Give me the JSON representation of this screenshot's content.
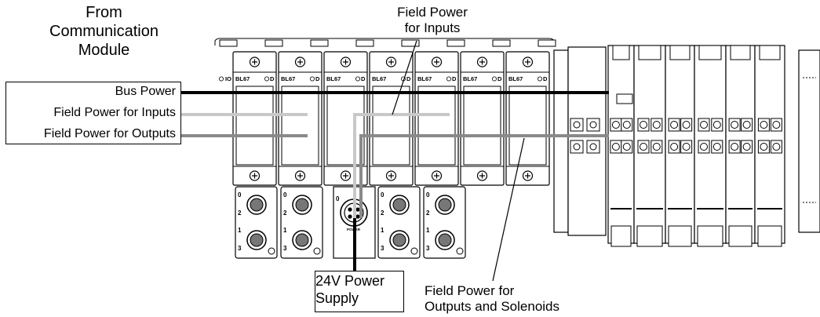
{
  "diagram": {
    "title_lines": [
      "From",
      "Communication",
      "Module"
    ],
    "legend": {
      "bus_power": "Bus Power",
      "field_power_inputs": "Field Power for Inputs",
      "field_power_outputs": "Field  Power for Outputs"
    },
    "top_callout_lines": [
      "Field Power",
      "for Inputs"
    ],
    "bottom_callout_lines": [
      "Field Power for",
      "Outputs and Solenoids"
    ],
    "supply_lines": [
      "24V Power",
      "Supply"
    ],
    "module_label": "BL67",
    "module_status_left": "IO",
    "module_status_right": "D",
    "power_connector_label": "POWER",
    "connector_numbers": [
      "0",
      "2",
      "1",
      "3"
    ],
    "colors": {
      "bus_power": "#000000",
      "field_power_inputs": "#c8c8c8",
      "field_power_outputs": "#8a8a8a",
      "supply_cable": "#000000"
    }
  }
}
